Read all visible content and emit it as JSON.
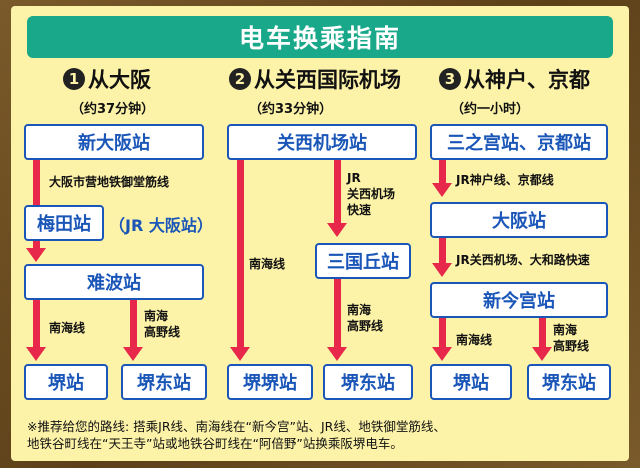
{
  "title": "电车换乘指南",
  "routes": [
    {
      "badge": "1",
      "from": "从大阪",
      "time": "（约37分钟）",
      "stations": [
        "新大阪站",
        "梅田站",
        "难波站",
        "堺站",
        "堺东站"
      ],
      "note": "（JR 大阪站）",
      "lines": [
        "大阪市营地铁御堂筋线",
        "南海线",
        "南海\n高野线"
      ]
    },
    {
      "badge": "2",
      "from": "从关西国际机场",
      "time": "（约33分钟）",
      "stations": [
        "关西机场站",
        "三国丘站",
        "堺堺站",
        "堺东站"
      ],
      "lines": [
        "JR\n关西机场\n快速",
        "南海线",
        "南海\n高野线"
      ]
    },
    {
      "badge": "3",
      "from": "从神户、京都",
      "time": "（约一小时）",
      "stations": [
        "三之宫站、京都站",
        "大阪站",
        "新今宫站",
        "堺站",
        "堺东站"
      ],
      "lines": [
        "JR神户线、京都线",
        "JR关西机场、大和路快速",
        "南海线",
        "南海\n高野线"
      ]
    }
  ],
  "footnote": "※推荐给您的路线: 搭乘JR线、南海线在“新今宫”站、JR线、地铁御堂筋线、\n地铁谷町线在“天王寺”站或地铁谷町线在“阿倍野”站换乘阪堺电车。",
  "colors": {
    "title_bg": "#1aa88a",
    "panel_bg": "#fdf3a8",
    "station_border": "#1a56b8",
    "arrow": "#e8284a"
  }
}
